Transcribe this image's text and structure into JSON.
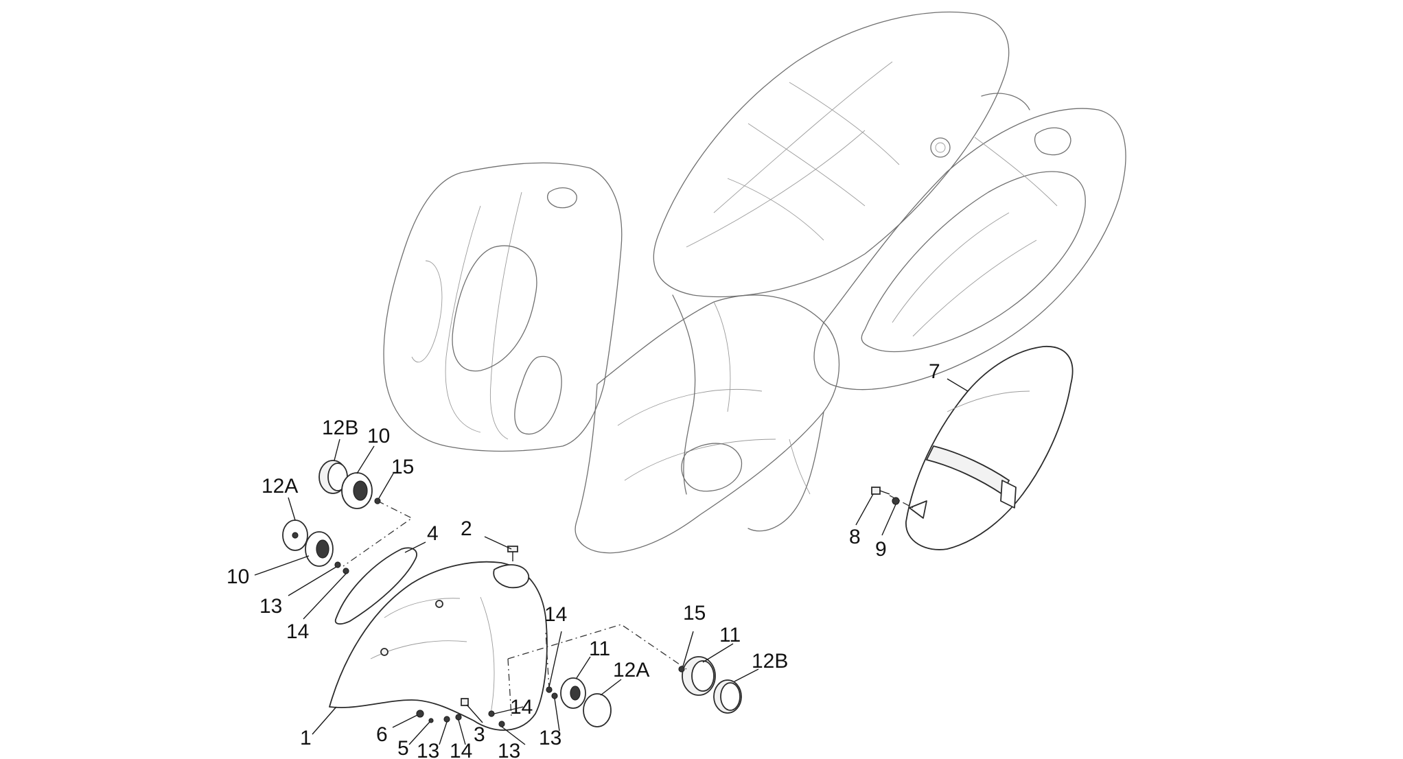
{
  "callouts": {
    "c1": "1",
    "c2": "2",
    "c3": "3",
    "c4": "4",
    "c5": "5",
    "c6": "6",
    "c7": "7",
    "c8": "8",
    "c9": "9",
    "c10a": "10",
    "c10b": "10",
    "c11a": "11",
    "c11b": "11",
    "c12a_left": "12A",
    "c12a_right": "12A",
    "c12b_left": "12B",
    "c12b_right": "12B",
    "c13a": "13",
    "c13b": "13",
    "c13c": "13",
    "c13d": "13",
    "c14a": "14",
    "c14b": "14",
    "c14c": "14",
    "c14d": "14",
    "c15a": "15",
    "c15b": "15"
  }
}
